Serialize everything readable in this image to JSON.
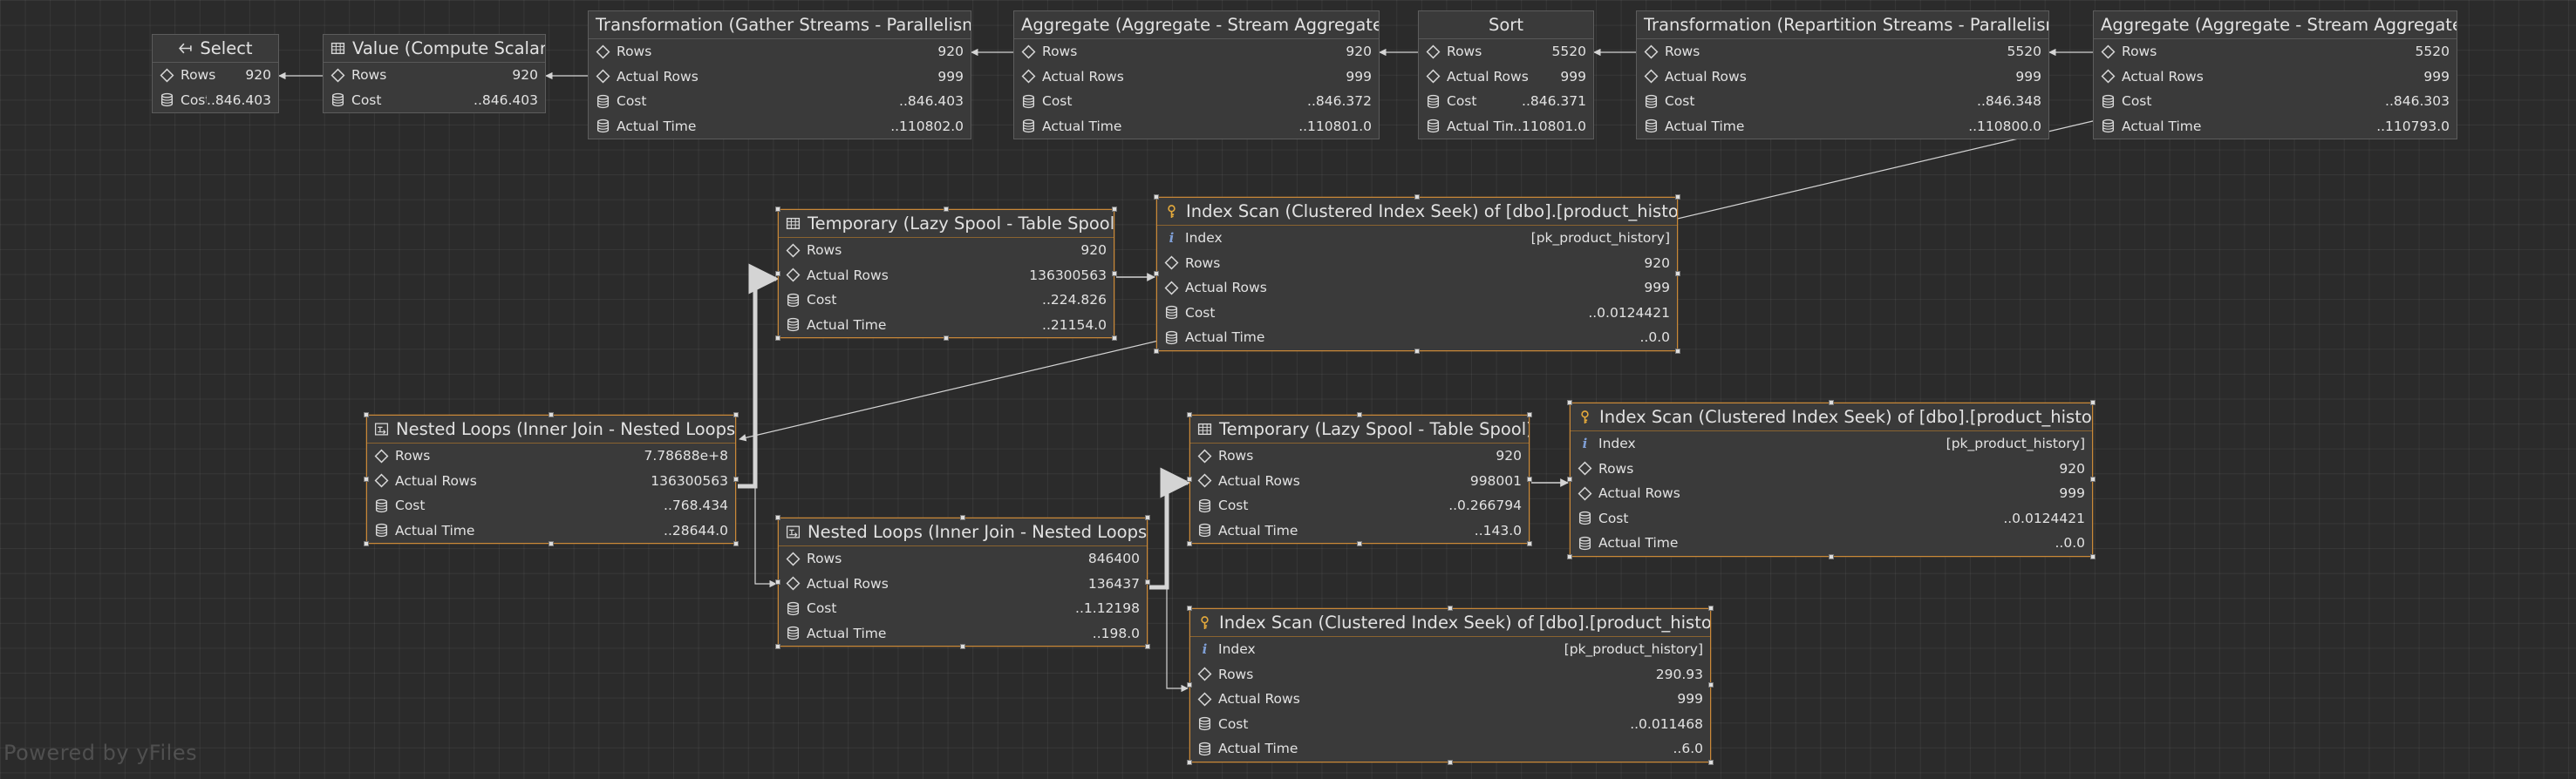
{
  "watermark": "Powered by yFiles",
  "colors": {
    "background": "#2b2b2b",
    "node_fill": "#3a3a3a",
    "node_border": "#5c5c5c",
    "selected_border": "#c98838",
    "edge": "#d4d4d4",
    "index_key_icon": "#e3a93c",
    "info_icon": "#7f9fd6"
  },
  "nodes": [
    {
      "id": "select",
      "title": "Select",
      "icon": "arrow-left-icon",
      "selected": false,
      "rows": [
        {
          "icon": "diamond-icon",
          "label": "Rows",
          "value": "920"
        },
        {
          "icon": "database-icon",
          "label": "Cost",
          "value": "..846.403"
        }
      ]
    },
    {
      "id": "compute-scalar",
      "title": "Value (Compute Scalar)",
      "icon": "table-icon",
      "selected": false,
      "rows": [
        {
          "icon": "diamond-icon",
          "label": "Rows",
          "value": "920"
        },
        {
          "icon": "database-icon",
          "label": "Cost",
          "value": "..846.403"
        }
      ]
    },
    {
      "id": "gather-streams",
      "title": "Transformation (Gather Streams - Parallelism)",
      "icon": "",
      "selected": false,
      "rows": [
        {
          "icon": "diamond-icon",
          "label": "Rows",
          "value": "920"
        },
        {
          "icon": "diamond-icon",
          "label": "Actual Rows",
          "value": "999"
        },
        {
          "icon": "database-icon",
          "label": "Cost",
          "value": "..846.403"
        },
        {
          "icon": "database-icon",
          "label": "Actual Time",
          "value": "..110802.0"
        }
      ]
    },
    {
      "id": "stream-aggregate-1",
      "title": "Aggregate (Aggregate - Stream Aggregate)",
      "icon": "",
      "selected": false,
      "rows": [
        {
          "icon": "diamond-icon",
          "label": "Rows",
          "value": "920"
        },
        {
          "icon": "diamond-icon",
          "label": "Actual Rows",
          "value": "999"
        },
        {
          "icon": "database-icon",
          "label": "Cost",
          "value": "..846.372"
        },
        {
          "icon": "database-icon",
          "label": "Actual Time",
          "value": "..110801.0"
        }
      ]
    },
    {
      "id": "sort",
      "title": "Sort",
      "icon": "",
      "selected": false,
      "rows": [
        {
          "icon": "diamond-icon",
          "label": "Rows",
          "value": "5520"
        },
        {
          "icon": "diamond-icon",
          "label": "Actual Rows",
          "value": "999"
        },
        {
          "icon": "database-icon",
          "label": "Cost",
          "value": "..846.371"
        },
        {
          "icon": "database-icon",
          "label": "Actual Time",
          "value": "..110801.0"
        }
      ]
    },
    {
      "id": "repartition-streams",
      "title": "Transformation (Repartition Streams - Parallelism)",
      "icon": "",
      "selected": false,
      "rows": [
        {
          "icon": "diamond-icon",
          "label": "Rows",
          "value": "5520"
        },
        {
          "icon": "diamond-icon",
          "label": "Actual Rows",
          "value": "999"
        },
        {
          "icon": "database-icon",
          "label": "Cost",
          "value": "..846.348"
        },
        {
          "icon": "database-icon",
          "label": "Actual Time",
          "value": "..110800.0"
        }
      ]
    },
    {
      "id": "stream-aggregate-2",
      "title": "Aggregate (Aggregate - Stream Aggregate)",
      "icon": "",
      "selected": false,
      "rows": [
        {
          "icon": "diamond-icon",
          "label": "Rows",
          "value": "5520"
        },
        {
          "icon": "diamond-icon",
          "label": "Actual Rows",
          "value": "999"
        },
        {
          "icon": "database-icon",
          "label": "Cost",
          "value": "..846.303"
        },
        {
          "icon": "database-icon",
          "label": "Actual Time",
          "value": "..110793.0"
        }
      ]
    },
    {
      "id": "table-spool-1",
      "title": "Temporary (Lazy Spool - Table Spool)",
      "icon": "table-icon",
      "selected": true,
      "rows": [
        {
          "icon": "diamond-icon",
          "label": "Rows",
          "value": "920"
        },
        {
          "icon": "diamond-icon",
          "label": "Actual Rows",
          "value": "136300563"
        },
        {
          "icon": "database-icon",
          "label": "Cost",
          "value": "..224.826"
        },
        {
          "icon": "database-icon",
          "label": "Actual Time",
          "value": "..21154.0"
        }
      ]
    },
    {
      "id": "index-seek-1",
      "title": "Index Scan (Clustered Index Seek) of [dbo].[product_history]",
      "icon": "key-icon",
      "selected": true,
      "rows": [
        {
          "icon": "info-icon",
          "label": "Index",
          "value": "[pk_product_history]"
        },
        {
          "icon": "diamond-icon",
          "label": "Rows",
          "value": "920"
        },
        {
          "icon": "diamond-icon",
          "label": "Actual Rows",
          "value": "999"
        },
        {
          "icon": "database-icon",
          "label": "Cost",
          "value": "..0.0124421"
        },
        {
          "icon": "database-icon",
          "label": "Actual Time",
          "value": "..0.0"
        }
      ]
    },
    {
      "id": "nested-loops-1",
      "title": "Nested Loops (Inner Join - Nested Loops)",
      "icon": "loops-icon",
      "selected": true,
      "rows": [
        {
          "icon": "diamond-icon",
          "label": "Rows",
          "value": "7.78688e+8"
        },
        {
          "icon": "diamond-icon",
          "label": "Actual Rows",
          "value": "136300563"
        },
        {
          "icon": "database-icon",
          "label": "Cost",
          "value": "..768.434"
        },
        {
          "icon": "database-icon",
          "label": "Actual Time",
          "value": "..28644.0"
        }
      ]
    },
    {
      "id": "nested-loops-2",
      "title": "Nested Loops (Inner Join - Nested Loops)",
      "icon": "loops-icon",
      "selected": true,
      "rows": [
        {
          "icon": "diamond-icon",
          "label": "Rows",
          "value": "846400"
        },
        {
          "icon": "diamond-icon",
          "label": "Actual Rows",
          "value": "136437"
        },
        {
          "icon": "database-icon",
          "label": "Cost",
          "value": "..1.12198"
        },
        {
          "icon": "database-icon",
          "label": "Actual Time",
          "value": "..198.0"
        }
      ]
    },
    {
      "id": "table-spool-2",
      "title": "Temporary (Lazy Spool - Table Spool)",
      "icon": "table-icon",
      "selected": true,
      "rows": [
        {
          "icon": "diamond-icon",
          "label": "Rows",
          "value": "920"
        },
        {
          "icon": "diamond-icon",
          "label": "Actual Rows",
          "value": "998001"
        },
        {
          "icon": "database-icon",
          "label": "Cost",
          "value": "..0.266794"
        },
        {
          "icon": "database-icon",
          "label": "Actual Time",
          "value": "..143.0"
        }
      ]
    },
    {
      "id": "index-seek-2",
      "title": "Index Scan (Clustered Index Seek) of [dbo].[product_history]",
      "icon": "key-icon",
      "selected": true,
      "rows": [
        {
          "icon": "info-icon",
          "label": "Index",
          "value": "[pk_product_history]"
        },
        {
          "icon": "diamond-icon",
          "label": "Rows",
          "value": "920"
        },
        {
          "icon": "diamond-icon",
          "label": "Actual Rows",
          "value": "999"
        },
        {
          "icon": "database-icon",
          "label": "Cost",
          "value": "..0.0124421"
        },
        {
          "icon": "database-icon",
          "label": "Actual Time",
          "value": "..0.0"
        }
      ]
    },
    {
      "id": "index-seek-3",
      "title": "Index Scan (Clustered Index Seek) of [dbo].[product_history]",
      "icon": "key-icon",
      "selected": true,
      "rows": [
        {
          "icon": "info-icon",
          "label": "Index",
          "value": "[pk_product_history]"
        },
        {
          "icon": "diamond-icon",
          "label": "Rows",
          "value": "290.93"
        },
        {
          "icon": "diamond-icon",
          "label": "Actual Rows",
          "value": "999"
        },
        {
          "icon": "database-icon",
          "label": "Cost",
          "value": "..0.011468"
        },
        {
          "icon": "database-icon",
          "label": "Actual Time",
          "value": "..6.0"
        }
      ]
    }
  ],
  "edges": [
    {
      "from": "compute-scalar",
      "to": "select"
    },
    {
      "from": "gather-streams",
      "to": "compute-scalar"
    },
    {
      "from": "stream-aggregate-1",
      "to": "gather-streams"
    },
    {
      "from": "sort",
      "to": "stream-aggregate-1"
    },
    {
      "from": "repartition-streams",
      "to": "sort"
    },
    {
      "from": "stream-aggregate-2",
      "to": "repartition-streams"
    },
    {
      "from": "nested-loops-1",
      "to": "stream-aggregate-2"
    },
    {
      "from": "table-spool-1",
      "to": "nested-loops-1"
    },
    {
      "from": "nested-loops-2",
      "to": "nested-loops-1"
    },
    {
      "from": "index-seek-1",
      "to": "table-spool-1"
    },
    {
      "from": "table-spool-2",
      "to": "nested-loops-2"
    },
    {
      "from": "index-seek-3",
      "to": "nested-loops-2"
    },
    {
      "from": "index-seek-2",
      "to": "table-spool-2"
    }
  ]
}
